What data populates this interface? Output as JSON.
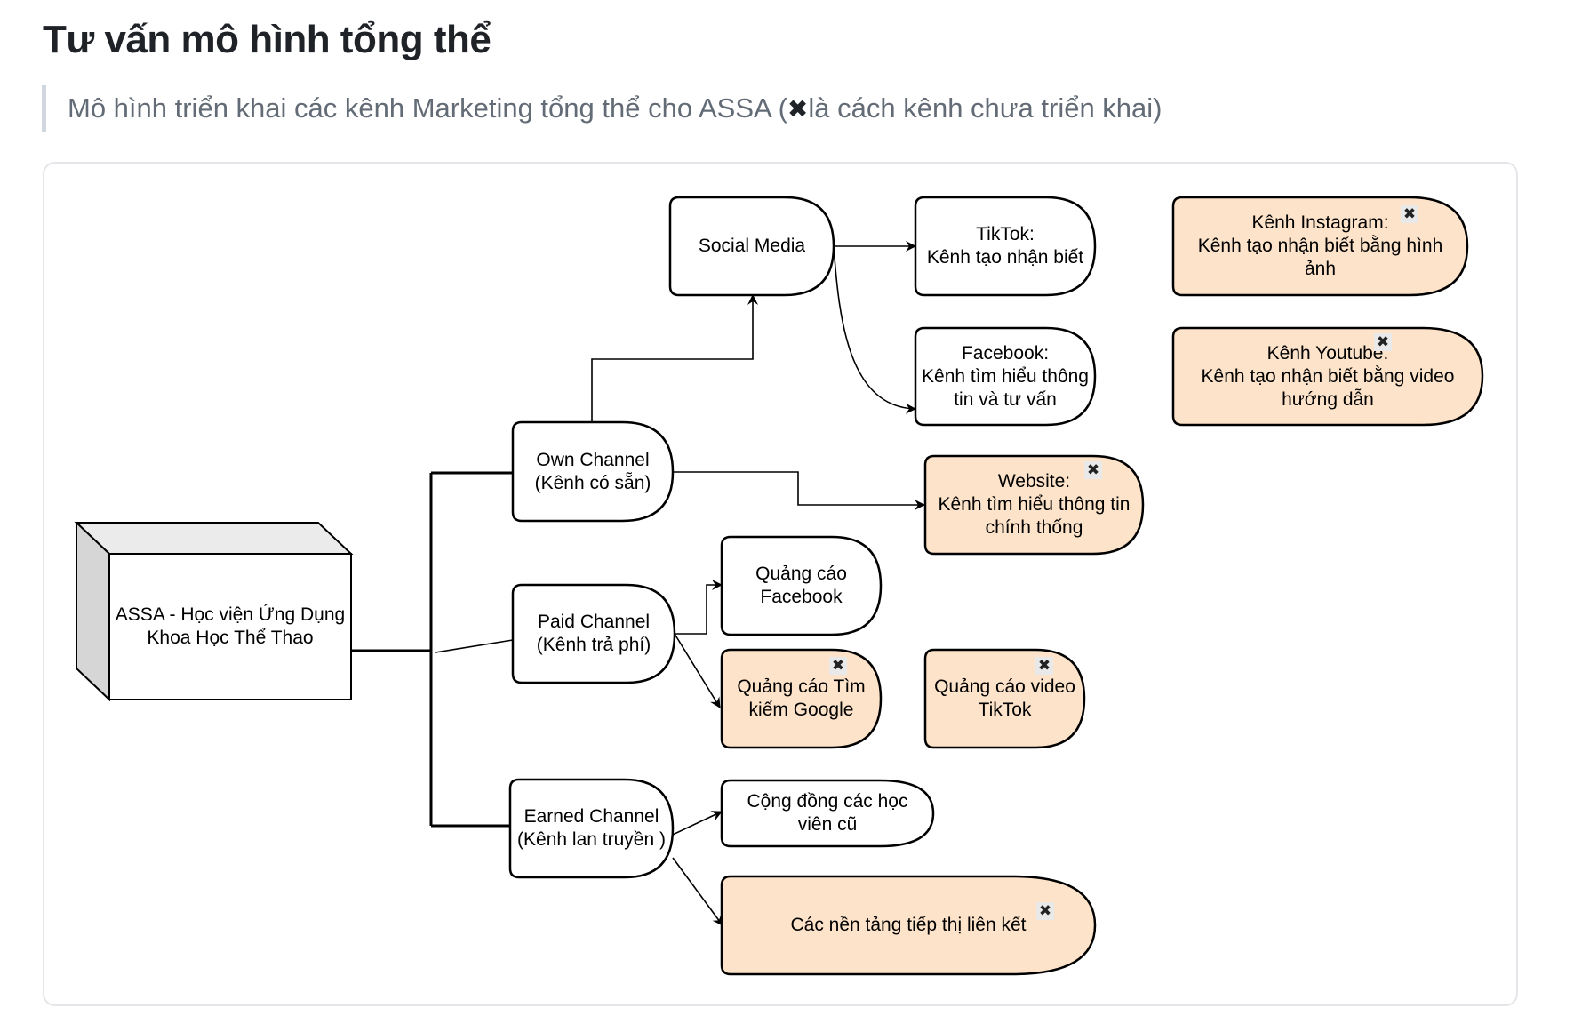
{
  "page": {
    "title": "Tư vấn mô hình tổng thể",
    "subtitle_before": "Mô hình triển khai các kênh Marketing tổng thể cho ASSA (",
    "subtitle_icon": "✖",
    "subtitle_after": " là cách kênh chưa triển khai)"
  },
  "colors": {
    "not_deployed_fill": "#fde3c9",
    "deployed_fill": "#ffffff",
    "stroke": "#000000"
  },
  "diagram": {
    "root": "ASSA - Học viện Ứng Dụng\nKhoa Học Thể Thao",
    "own": "Own Channel\n(Kênh có sẵn)",
    "paid": "Paid Channel\n(Kênh trả phí)",
    "earned": "Earned Channel\n(Kênh lan truyền )",
    "social": "Social Media",
    "tiktok": "TikTok:\nKênh tạo nhận biết",
    "facebook": "Facebook:\nKênh tìm hiểu thông\ntin và tư vấn",
    "instagram": "Kênh Instagram:\nKênh tạo nhận biết bằng hình\nảnh",
    "youtube": "Kênh Youtube:\nKênh tạo nhận biết bằng video\nhướng dẫn",
    "website": "Website:\nKênh tìm hiểu thông tin\nchính thống",
    "ads_facebook": "Quảng cáo\nFacebook",
    "ads_google": "Quảng cáo Tìm\nkiếm Google",
    "ads_tiktok": "Quảng cáo video\nTikTok",
    "community": "Cộng đồng các học\nviên cũ",
    "affiliate": "Các nền tảng tiếp thị liên kết",
    "not_deployed_icon": "✖"
  }
}
